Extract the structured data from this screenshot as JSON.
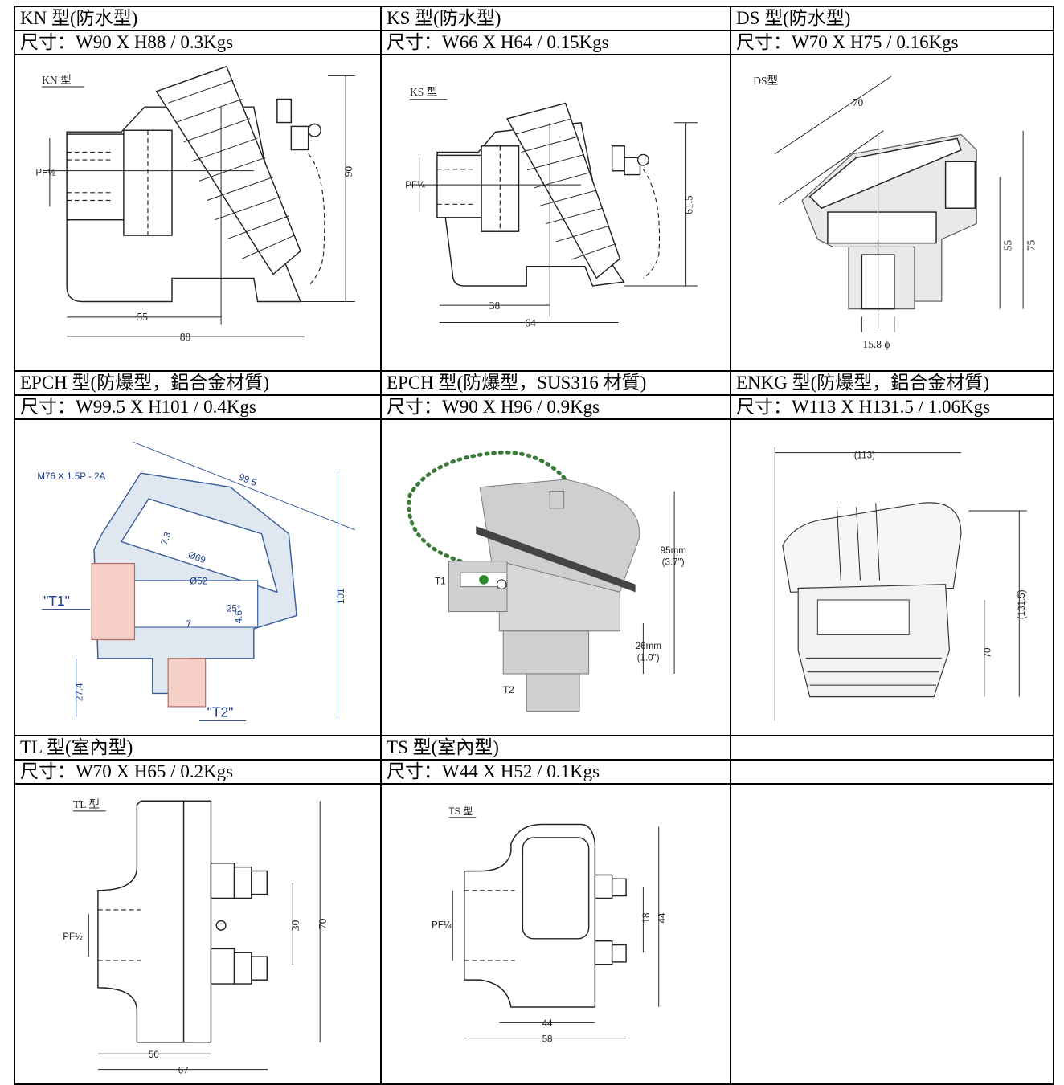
{
  "table": {
    "row1": {
      "kn": {
        "title": "KN 型(防水型)",
        "size": "尺寸：W90 X H88 / 0.3Kgs",
        "drawing": {
          "name": "KN 型",
          "port": "PF½",
          "dims": [
            "90",
            "55",
            "88"
          ]
        }
      },
      "ks": {
        "title": "KS 型(防水型)",
        "size": "尺寸：W66 X H64 / 0.15Kgs",
        "drawing": {
          "name": "KS 型",
          "port": "PF¼",
          "dims": [
            "61.5",
            "38",
            "64"
          ]
        }
      },
      "ds": {
        "title": "DS 型(防水型)",
        "size": "尺寸：W70 X H75 / 0.16Kgs",
        "drawing": {
          "name": "DS型",
          "dims": [
            "70",
            "55",
            "75",
            "15.8 ϕ"
          ]
        }
      }
    },
    "row2": {
      "epch_al": {
        "title": "EPCH 型(防爆型，鋁合金材質)",
        "size": "尺寸：W99.5 X H101 / 0.4Kgs",
        "drawing": {
          "thread": "M76 X 1.5P - 2A",
          "dims": [
            "99.5",
            "Ø69",
            "Ø52",
            "25°",
            "7.3",
            "7",
            "4.6",
            "27.4",
            "101"
          ],
          "ports": [
            "\"T1\"",
            "\"T2\""
          ]
        }
      },
      "epch_sus": {
        "title": "EPCH 型(防爆型，SUS316 材質)",
        "size": "尺寸：W90 X H96 / 0.9Kgs",
        "drawing": {
          "dims": [
            "95mm",
            "(3.7\")",
            "26mm",
            "(1.0\")"
          ],
          "ports": [
            "T1",
            "T2"
          ]
        }
      },
      "enkg": {
        "title": "ENKG 型(防爆型，鋁合金材質)",
        "size": "尺寸：W113 X H131.5 / 1.06Kgs",
        "drawing": {
          "dims": [
            "(113)",
            "(131.5)",
            "70"
          ]
        }
      }
    },
    "row3": {
      "tl": {
        "title": "TL 型(室內型)",
        "size": "尺寸：W70 X H65 / 0.2Kgs",
        "drawing": {
          "name": "TL 型",
          "port": "PF½",
          "dims": [
            "30",
            "70",
            "50",
            "67"
          ]
        }
      },
      "ts": {
        "title": "TS 型(室內型)",
        "size": "尺寸：W44 X H52 / 0.1Kgs",
        "drawing": {
          "name": "TS 型",
          "port": "PF¼",
          "dims": [
            "18",
            "44",
            "44",
            "58"
          ]
        }
      },
      "empty": {
        "title": "",
        "size": ""
      }
    }
  }
}
